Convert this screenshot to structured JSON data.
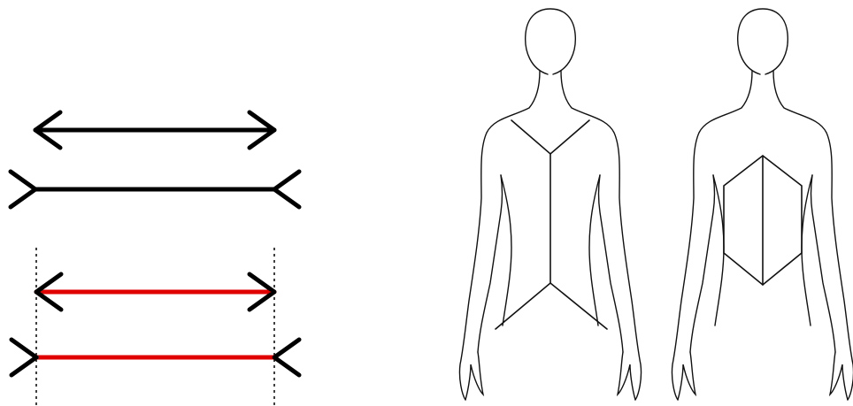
{
  "diagram": {
    "kind": "muller-lyer-illusion",
    "panels": [
      {
        "name": "arrows",
        "rows": [
          {
            "name": "inward-fins-line",
            "fin_direction": "inward",
            "color": "#000000"
          },
          {
            "name": "outward-fins-line",
            "fin_direction": "outward",
            "color": "#000000"
          },
          {
            "name": "inward-fins-measured",
            "fin_direction": "inward",
            "color": "#e00000"
          },
          {
            "name": "outward-fins-measured",
            "fin_direction": "outward",
            "color": "#e00000"
          }
        ],
        "guides": {
          "style": "dotted",
          "count": 2,
          "color": "#000000"
        }
      },
      {
        "name": "figures",
        "figures": [
          {
            "name": "figure-inverted-v",
            "torso_lines": "inverted-v-at-shoulders-and-waist"
          },
          {
            "name": "figure-diamond",
            "torso_lines": "diamond-at-waist"
          }
        ]
      }
    ],
    "colors": {
      "ink": "#000000",
      "highlight": "#e00000",
      "outline": "#111111",
      "background": "#ffffff"
    }
  }
}
